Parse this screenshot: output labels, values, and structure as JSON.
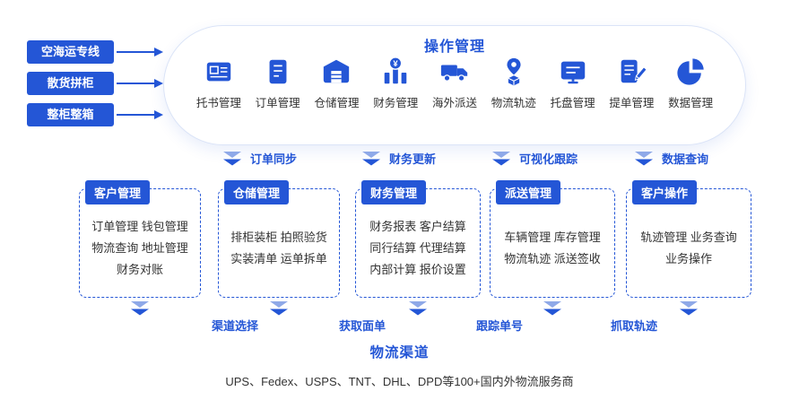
{
  "colors": {
    "primary_blue": "#2456D6",
    "chevron_light_blue": "#8FA9E8",
    "panel_border": "#DBE4F7",
    "text_dark": "#333333"
  },
  "left_inputs": [
    {
      "label": "空海运专线"
    },
    {
      "label": "散货拼柜"
    },
    {
      "label": "整柜整箱"
    }
  ],
  "operation_panel": {
    "title": "操作管理",
    "modules": [
      {
        "label": "托书管理",
        "icon": "booking-doc-icon"
      },
      {
        "label": "订单管理",
        "icon": "order-doc-icon"
      },
      {
        "label": "仓储管理",
        "icon": "warehouse-icon"
      },
      {
        "label": "财务管理",
        "icon": "finance-chart-icon"
      },
      {
        "label": "海外派送",
        "icon": "delivery-truck-icon"
      },
      {
        "label": "物流轨迹",
        "icon": "tracking-pin-icon"
      },
      {
        "label": "托盘管理",
        "icon": "pallet-board-icon"
      },
      {
        "label": "提单管理",
        "icon": "lading-doc-icon"
      },
      {
        "label": "数据管理",
        "icon": "data-pie-icon"
      }
    ]
  },
  "sync_arrows": [
    {
      "label": "订单同步"
    },
    {
      "label": "财务更新"
    },
    {
      "label": "可视化跟踪"
    },
    {
      "label": "数据查询"
    }
  ],
  "subsystems": [
    {
      "title": "客户管理",
      "rows": [
        "订单管理 钱包管理",
        "物流查询 地址管理",
        "财务对账"
      ]
    },
    {
      "title": "仓储管理",
      "rows": [
        "排柜装柜 拍照验货",
        "实装清单 运单拆单"
      ]
    },
    {
      "title": "财务管理",
      "rows": [
        "财务报表 客户结算",
        "同行结算 代理结算",
        "内部计算 报价设置"
      ]
    },
    {
      "title": "派送管理",
      "rows": [
        "车辆管理 库存管理",
        "物流轨迹 派送签收"
      ]
    },
    {
      "title": "客户操作",
      "rows": [
        "轨迹管理 业务查询",
        "业务操作"
      ]
    }
  ],
  "flow_labels": [
    "渠道选择",
    "获取面单",
    "跟踪单号",
    "抓取轨迹"
  ],
  "channels": {
    "title": "物流渠道",
    "providers": "UPS、Fedex、USPS、TNT、DHL、DPD等100+国内外物流服务商"
  }
}
